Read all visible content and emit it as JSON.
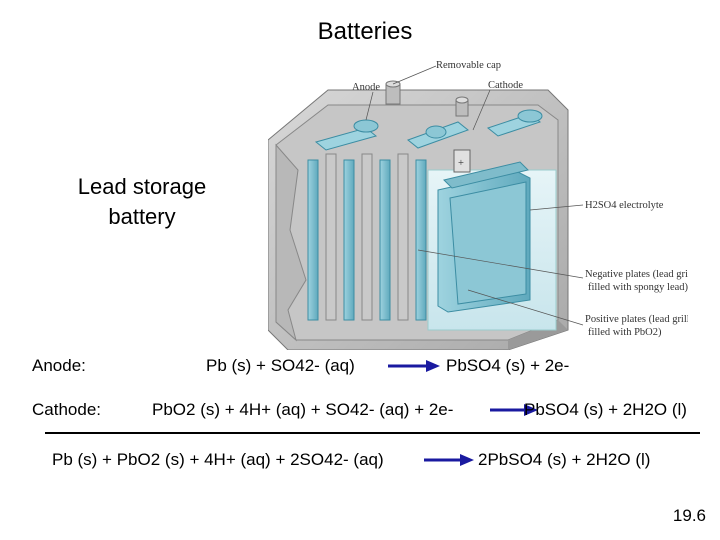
{
  "title": "Batteries",
  "diagram": {
    "label": "Lead storage battery",
    "label_line1": "Lead storage",
    "label_line2": "battery",
    "callouts": {
      "removable_cap": "Removable cap",
      "anode": "Anode",
      "cathode": "Cathode",
      "plus": "+",
      "electrolyte": "H2SO4 electrolyte",
      "negative_line1": "Negative plates (lead grills",
      "negative_line2": "filled with spongy lead)",
      "positive_line1": "Positive plates (lead grills",
      "positive_line2": "filled with PbO2)"
    }
  },
  "equations": {
    "anode_label": "Anode:",
    "cathode_label": "Cathode:",
    "anode_left": "Pb (s) + SO42- (aq)",
    "anode_right": "PbSO4 (s) + 2e-",
    "cathode_left": "PbO2 (s) + 4H+ (aq) + SO42- (aq) + 2e-",
    "cathode_right": "PbSO4 (s) + 2H2O (l)",
    "overall_left": "Pb (s) + PbO2 (s) + 4H+ (aq) + 2SO42- (aq)",
    "overall_right": "2PbSO4 (s) + 2H2O (l)"
  },
  "arrow_color": "#1a1aa0",
  "slide_number": "19.6"
}
